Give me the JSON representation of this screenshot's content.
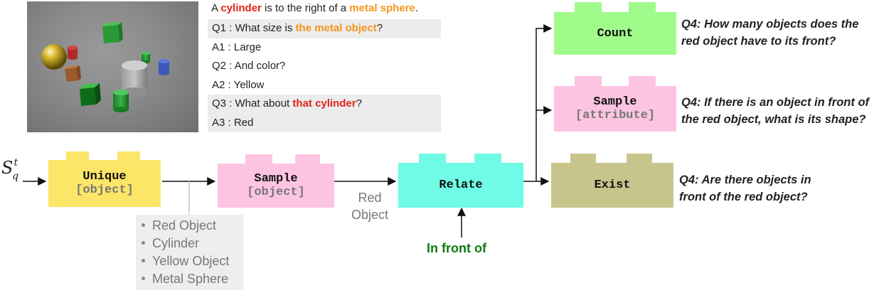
{
  "caption": {
    "prefix": "A ",
    "subject": "cylinder",
    "middle": " is to the right of a ",
    "object": "metal sphere",
    "suffix": "."
  },
  "dialog": [
    {
      "parts": [
        {
          "t": "Q1 : What size is "
        },
        {
          "t": "the metal object",
          "c": "orange"
        },
        {
          "t": "?"
        }
      ]
    },
    {
      "parts": [
        {
          "t": "A1 : Large"
        }
      ]
    },
    {
      "parts": [
        {
          "t": "Q2 : And color?"
        }
      ]
    },
    {
      "parts": [
        {
          "t": "A2 : Yellow"
        }
      ]
    },
    {
      "parts": [
        {
          "t": "Q3 : What about "
        },
        {
          "t": "that cylinder",
          "c": "red"
        },
        {
          "t": "?"
        }
      ]
    },
    {
      "parts": [
        {
          "t": "A3 : Red"
        }
      ]
    }
  ],
  "input_symbol": {
    "base": "S",
    "sup": "t",
    "sub": "q"
  },
  "modules": {
    "unique": {
      "name": "Unique",
      "arg": "[object]"
    },
    "sample_object": {
      "name": "Sample",
      "arg": "[object]"
    },
    "relate": {
      "name": "Relate"
    },
    "count": {
      "name": "Count"
    },
    "sample_attribute": {
      "name": "Sample",
      "arg": "[attribute]"
    },
    "exist": {
      "name": "Exist"
    }
  },
  "choices": [
    "Red Object",
    "Cylinder",
    "Yellow Object",
    "Metal Sphere"
  ],
  "relate_input": {
    "line1": "Red",
    "line2": "Object"
  },
  "relation": "In front of",
  "questions": {
    "count": {
      "line1": "Q4: How many objects does the",
      "line2": "red object have to its front?"
    },
    "sample": {
      "line1": "Q4: If there is an object in front of",
      "line2": "the red object, what is its shape?"
    },
    "exist": {
      "line1": "Q4: Are there objects in",
      "line2": "front of the red object?"
    }
  },
  "colors": {
    "highlight_red": "#e2231a",
    "highlight_orange": "#f7941d",
    "unique": "#fce567",
    "sample": "#fdc4e2",
    "relate": "#6ffbe5",
    "count": "#a1fb8b",
    "exist": "#c8c58c",
    "relation": "#0f7a0f"
  }
}
